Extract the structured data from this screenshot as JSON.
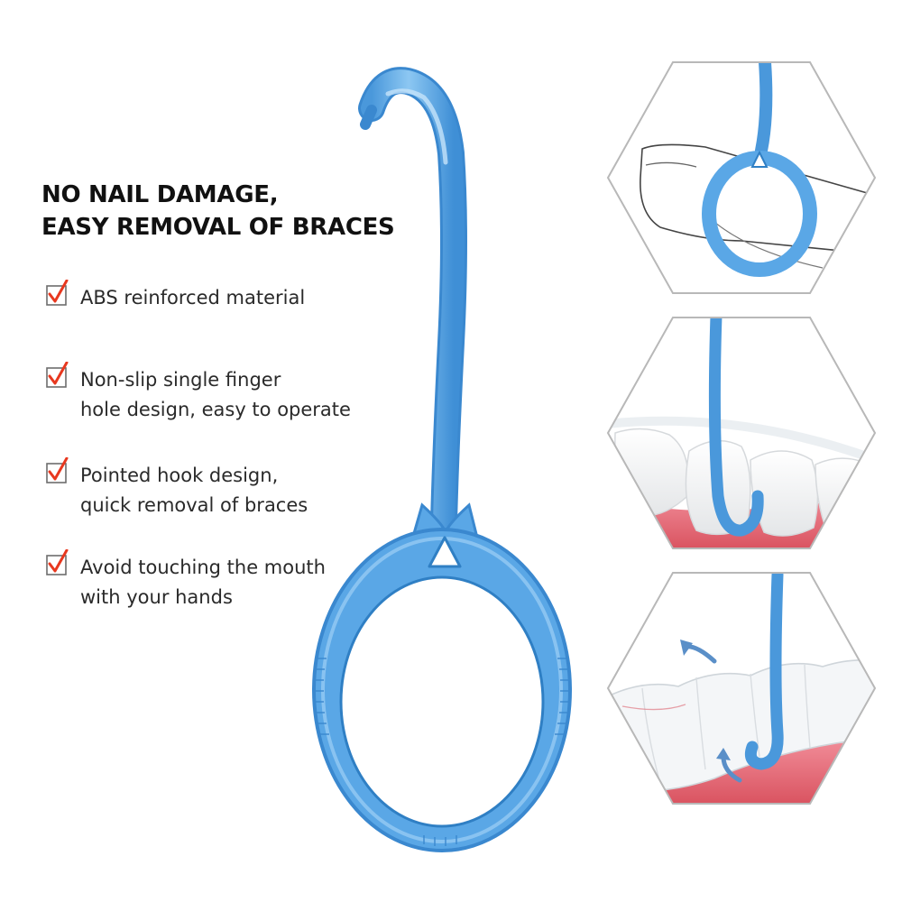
{
  "headline": {
    "line1": "NO NAIL DAMAGE,",
    "line2": "EASY REMOVAL OF BRACES"
  },
  "features": [
    {
      "lines": [
        "ABS reinforced material"
      ],
      "icon": "checkbox-check-icon"
    },
    {
      "lines": [
        "Non-slip single finger",
        "hole design, easy to operate"
      ],
      "icon": "checkbox-check-icon"
    },
    {
      "lines": [
        "Pointed hook design,",
        "quick removal of braces"
      ],
      "icon": "checkbox-check-icon"
    },
    {
      "lines": [
        "Avoid touching the mouth",
        "with your hands"
      ],
      "icon": "checkbox-check-icon"
    }
  ],
  "colors": {
    "tool_blue": "#5aa7e6",
    "tool_blue_light": "#9ccff5",
    "tool_blue_dark": "#2f7fc4",
    "check_red": "#e8381f",
    "hex_border": "#b8b8b8",
    "gum_pink": "#e06a78"
  },
  "hex_panels": [
    {
      "scene": "finger-in-ring"
    },
    {
      "scene": "hook-on-teeth"
    },
    {
      "scene": "hook-lifting-aligner"
    }
  ]
}
